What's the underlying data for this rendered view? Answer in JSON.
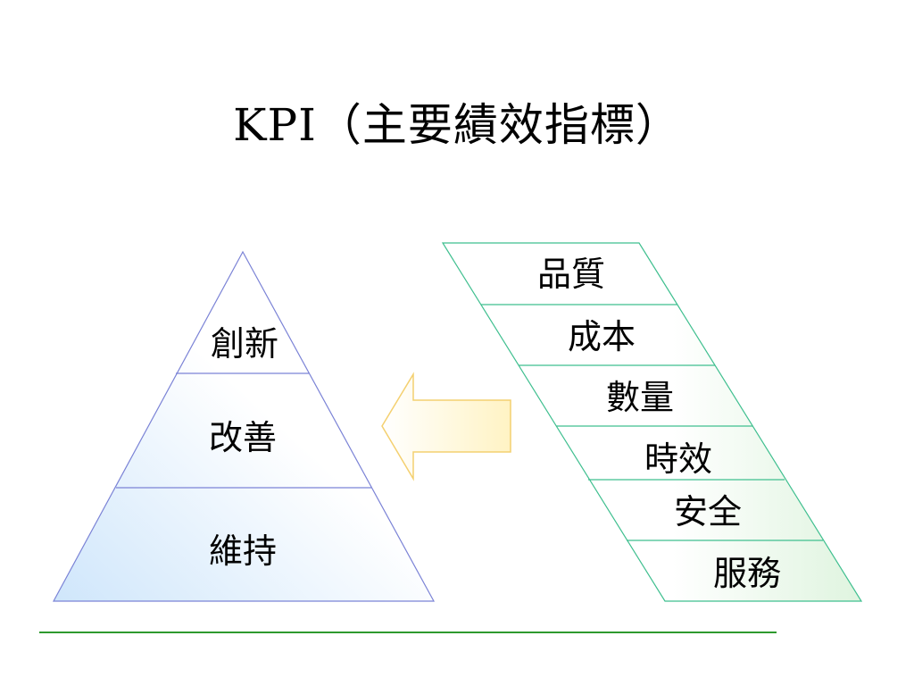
{
  "slide": {
    "title": "KPI（主要績效指標）"
  },
  "pyramid": {
    "levels": [
      "創新",
      "改善",
      "維持"
    ]
  },
  "stack": {
    "items": [
      "品質",
      "成本",
      "數量",
      "時效",
      "安全",
      "服務"
    ]
  },
  "colors": {
    "pyramid_stroke": "#7b83d6",
    "pyramid_fill": "#d6ebfb",
    "stack_stroke": "#3fbf8f",
    "stack_fill": "#e4f6e4",
    "arrow_stroke": "#f4d070",
    "arrow_fill": "#fff8d8",
    "rule": "#2e9a2e"
  }
}
